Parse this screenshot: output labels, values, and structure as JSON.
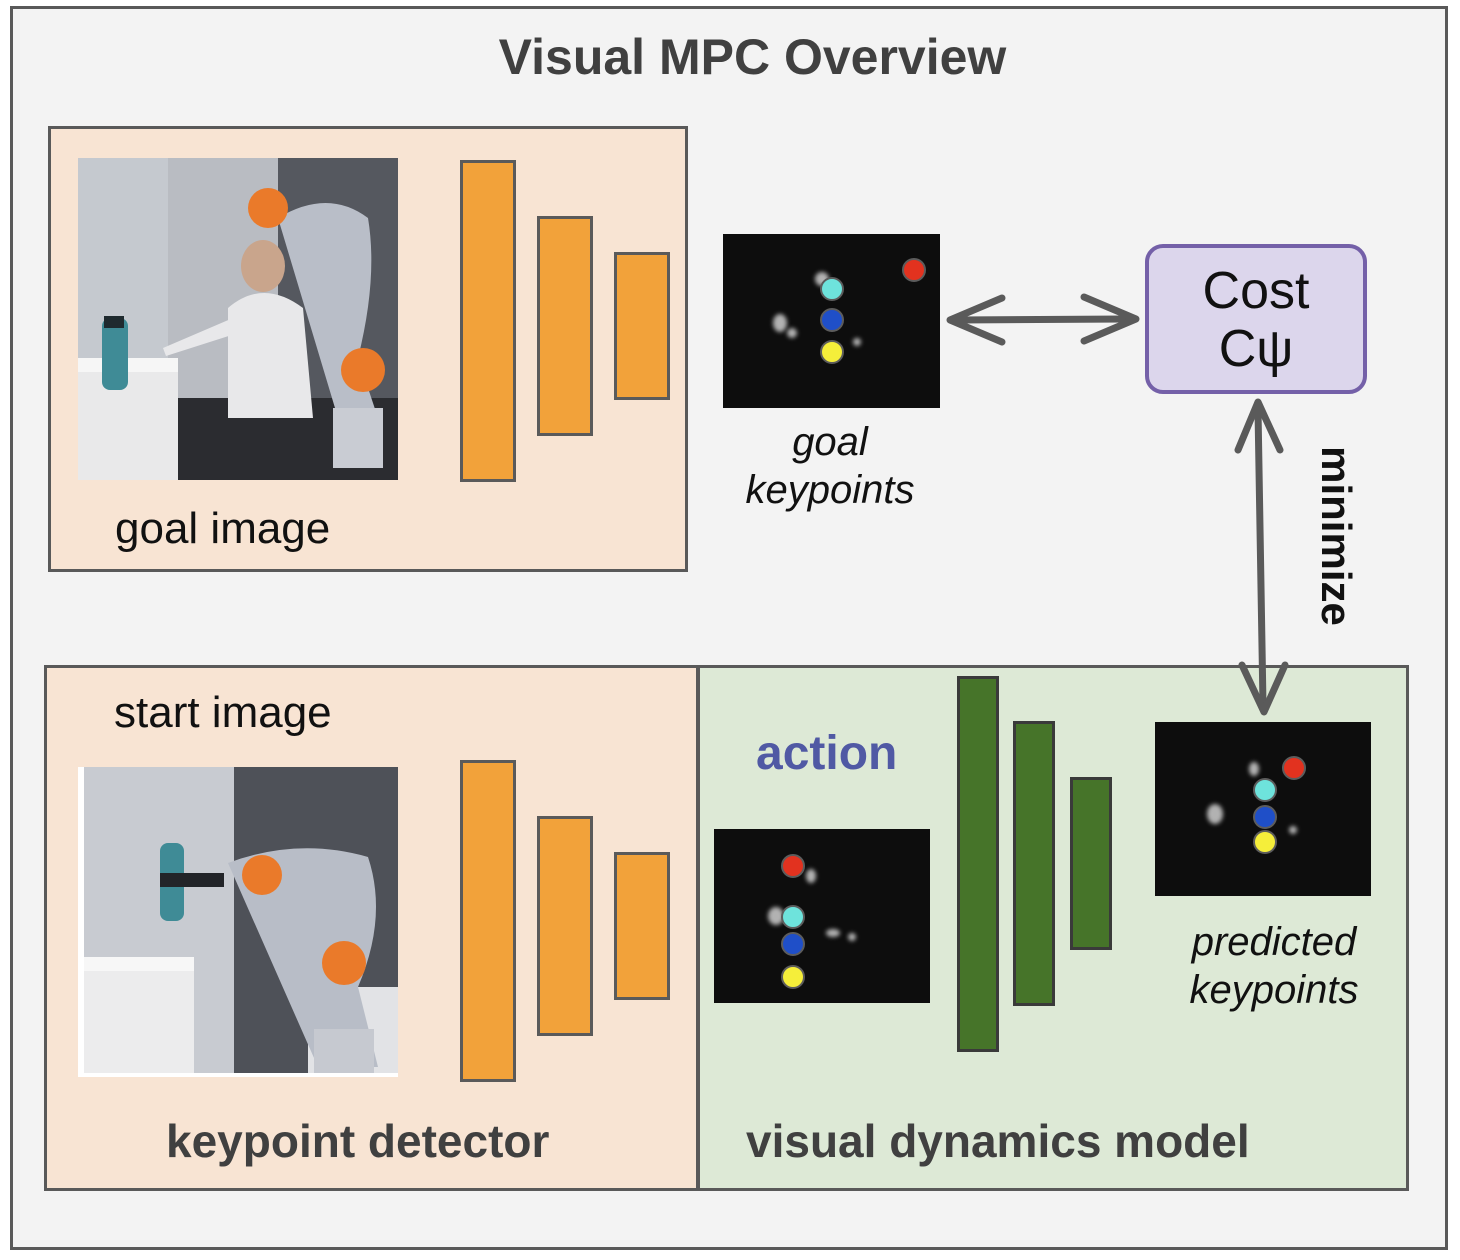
{
  "title": "Visual MPC Overview",
  "goal_panel": {
    "image_label": "goal image"
  },
  "start_panel": {
    "image_label": "start image",
    "module_label": "keypoint detector"
  },
  "dynamics_panel": {
    "module_label": "visual dynamics model",
    "action_label": "action"
  },
  "goal_keypoints": {
    "label_line1": "goal",
    "label_line2": "keypoints"
  },
  "predicted_keypoints": {
    "label_line1": "predicted",
    "label_line2": "keypoints"
  },
  "cost": {
    "line1": "Cost",
    "line2": "Cψ"
  },
  "minimize_label": "minimize",
  "colors": {
    "encoder": "#f2a23a",
    "dynamics": "#467429",
    "cost_border": "#7460a8",
    "cost_fill": "#dcd6ec",
    "action_text": "#5059a4",
    "keypoint_red": "#e2321f",
    "keypoint_cyan": "#6ee3dc",
    "keypoint_blue": "#1f4fc8",
    "keypoint_yellow": "#f5ee3a"
  }
}
